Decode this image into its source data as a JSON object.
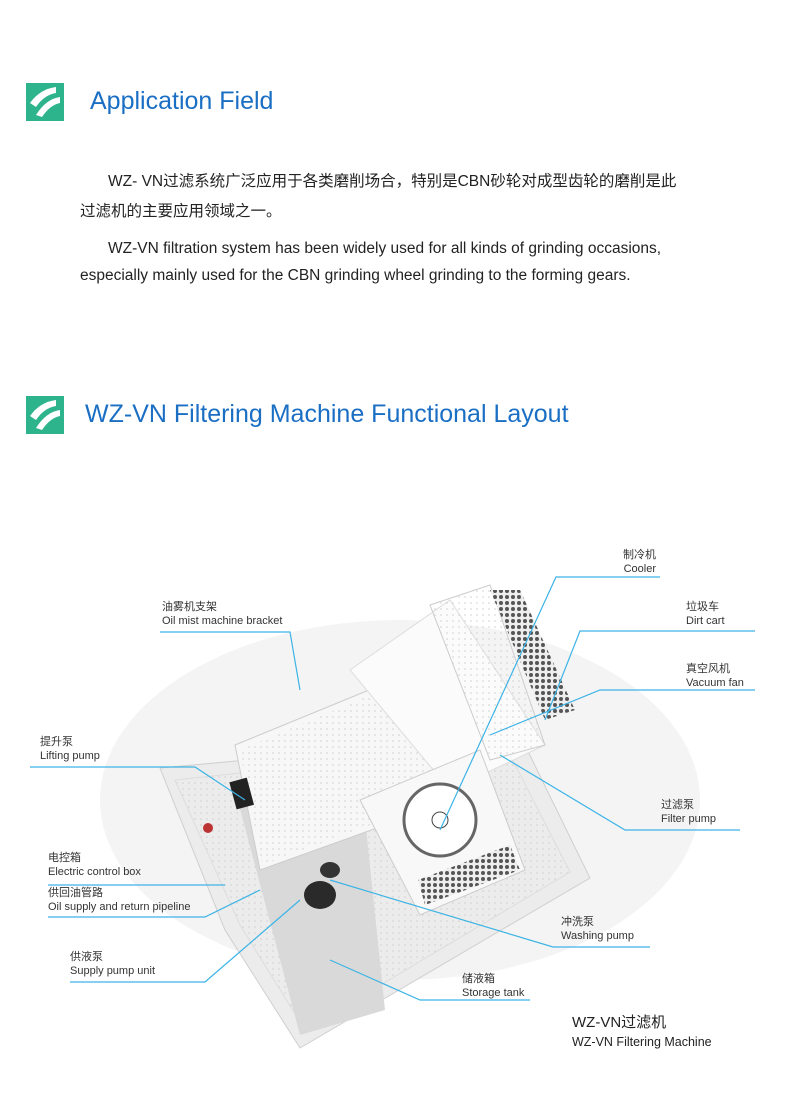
{
  "section1": {
    "title": "Application Field",
    "paragraph_cn": "WZ- VN过滤系统广泛应用于各类磨削场合，特别是CBN砂轮对成型齿轮的磨削是此过滤机的主要应用领域之一。",
    "paragraph_cn_line1": "WZ- VN过滤系统广泛应用于各类磨削场合，特别是CBN砂轮对成型齿轮的磨削是此",
    "paragraph_cn_line2": "过滤机的主要应用领域之一。",
    "paragraph_en_line1": "WZ-VN filtration system has been widely used for all kinds of grinding occasions,",
    "paragraph_en_line2": "especially mainly used for the CBN grinding wheel grinding to the forming gears."
  },
  "section2": {
    "title": "WZ-VN Filtering Machine Functional Layout",
    "labels": [
      {
        "cn": "制冷机",
        "en": "Cooler"
      },
      {
        "cn": "油雾机支架",
        "en": "Oil mist machine bracket"
      },
      {
        "cn": "垃圾车",
        "en": "Dirt cart"
      },
      {
        "cn": "真空风机",
        "en": "Vacuum fan"
      },
      {
        "cn": "提升泵",
        "en": "Lifting pump"
      },
      {
        "cn": "过滤泵",
        "en": "Filter pump"
      },
      {
        "cn": "电控箱",
        "en": "Electric control box"
      },
      {
        "cn": "供回油管路",
        "en": "Oil supply and return pipeline"
      },
      {
        "cn": "供液泵",
        "en": "Supply pump unit"
      },
      {
        "cn": "冲洗泵",
        "en": "Washing pump"
      },
      {
        "cn": "储液箱",
        "en": "Storage tank"
      }
    ],
    "caption_cn": "WZ-VN过滤机",
    "caption_en": "WZ-VN Filtering Machine"
  },
  "colors": {
    "accent": "#1a6fc4",
    "logo": "#2db48c",
    "leader": "#3cb4e6"
  }
}
